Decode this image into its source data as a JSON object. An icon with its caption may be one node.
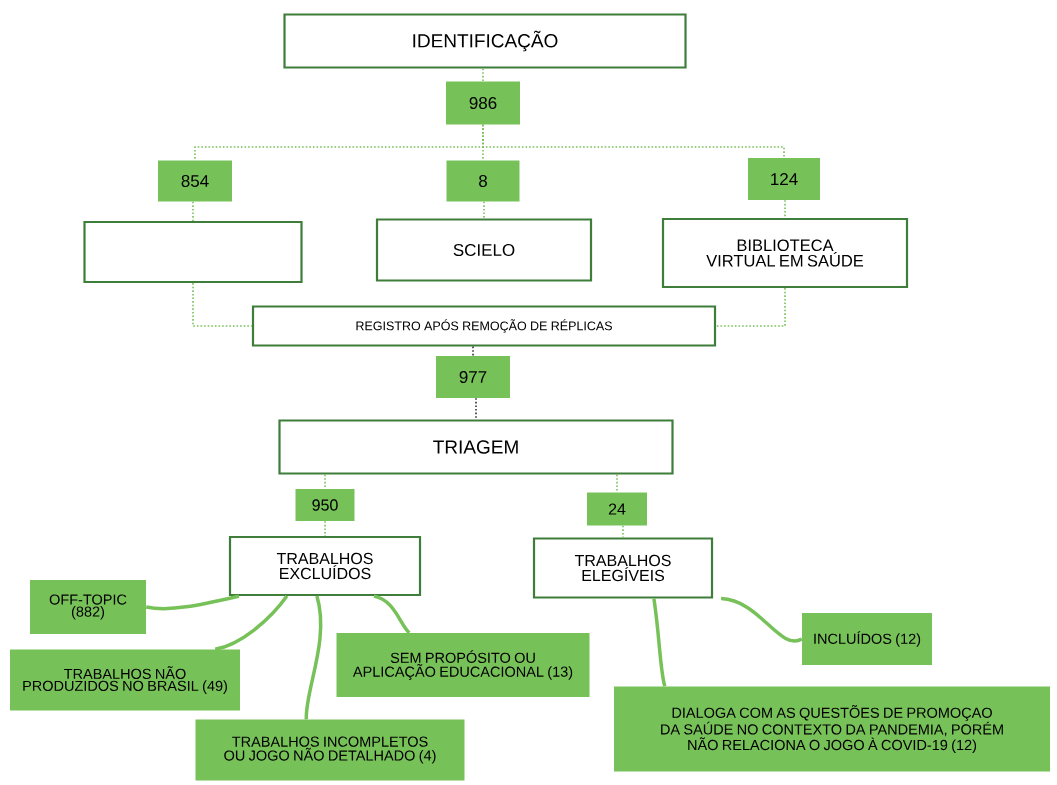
{
  "diagram": {
    "nodes": [
      {
        "text": [
          "IDENTIFICAÇÃO"
        ]
      },
      {
        "text": [
          "986"
        ]
      },
      {
        "text": [
          "854"
        ]
      },
      {
        "text": [
          "8"
        ]
      },
      {
        "text": [
          "124"
        ]
      },
      {
        "text": [],
        "shape": "box"
      },
      {
        "text": [
          "SCIELO"
        ]
      },
      {
        "text": [
          "BIBLIOTECA VIRTUAL EM SAÚDE"
        ]
      },
      {
        "text": [
          "REGISTRO APÓS REMOÇÃO DE RÉPLICAS"
        ]
      },
      {
        "text": [
          "977"
        ]
      },
      {
        "text": [
          "TRIAGEM"
        ]
      },
      {
        "text": [
          "950"
        ]
      },
      {
        "text": [
          "24"
        ]
      },
      {
        "text": [
          "TRABALHOS EXCLUÍDOS"
        ]
      },
      {
        "text": [
          "TRABALHOS ELEGÍVEIS"
        ]
      },
      {
        "text": [
          "OFF-TOPIC (882)"
        ]
      },
      {
        "text": [
          "TRABALHOS NÃO PRODUZIDOS NO BRASIL (49)"
        ]
      },
      {
        "text": [
          "TRABALHOS INCOMPLETOS OU JOGO NÃO DETALHADO (4)"
        ]
      },
      {
        "text": [
          "SEM PROPÓSITO OU APLICAÇÃO EDUCACIONAL (13)"
        ]
      },
      {
        "text": [
          "INCLUÍDOS (12)"
        ]
      },
      {
        "text": [
          "DIALOGA COM AS QUESTÕES DE PROMOÇAO DA SAÚDE NO CONTEXTO DA PANDEMIA, PORÉM NÃO RELACIONA O JOGO À COVID-19 (12)"
        ]
      }
    ],
    "edges": [
      {
        "from": 0,
        "to": 1,
        "arrow": "none",
        "style": "dashed"
      },
      {
        "from": 1,
        "to": 2,
        "arrow": "none",
        "style": "dashed"
      },
      {
        "from": 1,
        "to": 3,
        "arrow": "none",
        "style": "dashed"
      },
      {
        "from": 1,
        "to": 4,
        "arrow": "none",
        "style": "dashed"
      },
      {
        "from": 2,
        "to": 5,
        "arrow": "none",
        "style": "dashed"
      },
      {
        "from": 3,
        "to": 6,
        "arrow": "none",
        "style": "dashed"
      },
      {
        "from": 4,
        "to": 7,
        "arrow": "none",
        "style": "dashed"
      },
      {
        "from": 5,
        "to": 8,
        "arrow": "none",
        "style": "dashed"
      },
      {
        "from": 7,
        "to": 8,
        "arrow": "none",
        "style": "dashed"
      },
      {
        "from": 8,
        "to": 9,
        "arrow": "none",
        "style": "dashed",
        "color": "#333333"
      },
      {
        "from": 9,
        "to": 10,
        "arrow": "none",
        "style": "dashed",
        "color": "#333333"
      },
      {
        "from": 10,
        "to": 11,
        "arrow": "none",
        "style": "dashed"
      },
      {
        "from": 11,
        "to": 13,
        "arrow": "none",
        "style": "dashed"
      },
      {
        "from": 10,
        "to": 12,
        "arrow": "none",
        "style": "dashed"
      },
      {
        "from": 12,
        "to": 14,
        "arrow": "none",
        "style": "dashed"
      },
      {
        "from": 13,
        "to": 15,
        "arrow": "none",
        "style": "thick"
      },
      {
        "from": 13,
        "to": 16,
        "arrow": "none",
        "style": "thick"
      },
      {
        "from": 13,
        "to": 17,
        "arrow": "none",
        "style": "thick"
      },
      {
        "from": 13,
        "to": 18,
        "arrow": "none",
        "style": "thick"
      },
      {
        "from": 14,
        "to": 19,
        "arrow": "none",
        "style": "thick"
      },
      {
        "from": 14,
        "to": 20,
        "arrow": "none",
        "style": "thick"
      }
    ]
  }
}
